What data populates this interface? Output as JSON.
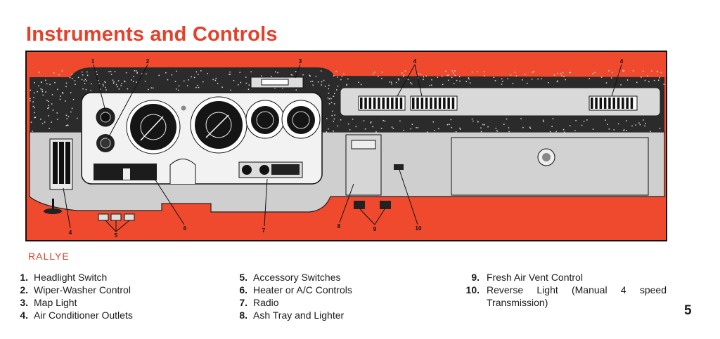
{
  "title": "Instruments and Controls",
  "section": "RALLYE",
  "callouts": [
    "1",
    "2",
    "3",
    "4",
    "4",
    "4",
    "5",
    "6",
    "7",
    "8",
    "9",
    "10"
  ],
  "items": [
    {
      "num": "1.",
      "label": "Headlight Switch"
    },
    {
      "num": "2.",
      "label": "Wiper-Washer Control"
    },
    {
      "num": "3.",
      "label": "Map Light"
    },
    {
      "num": "4.",
      "label": "Air Conditioner Outlets"
    },
    {
      "num": "5.",
      "label": "Accessory Switches"
    },
    {
      "num": "6.",
      "label": "Heater or A/C Controls"
    },
    {
      "num": "7.",
      "label": "Radio"
    },
    {
      "num": "8.",
      "label": "Ash Tray and Lighter"
    },
    {
      "num": "9.",
      "label": "Fresh Air Vent Control"
    },
    {
      "num": "10.",
      "label": "Reverse Light (Manual 4 speed Transmission)"
    }
  ],
  "page_number": "5",
  "colors": {
    "accent": "#e4412a",
    "panel_red": "#ef4a2e"
  }
}
